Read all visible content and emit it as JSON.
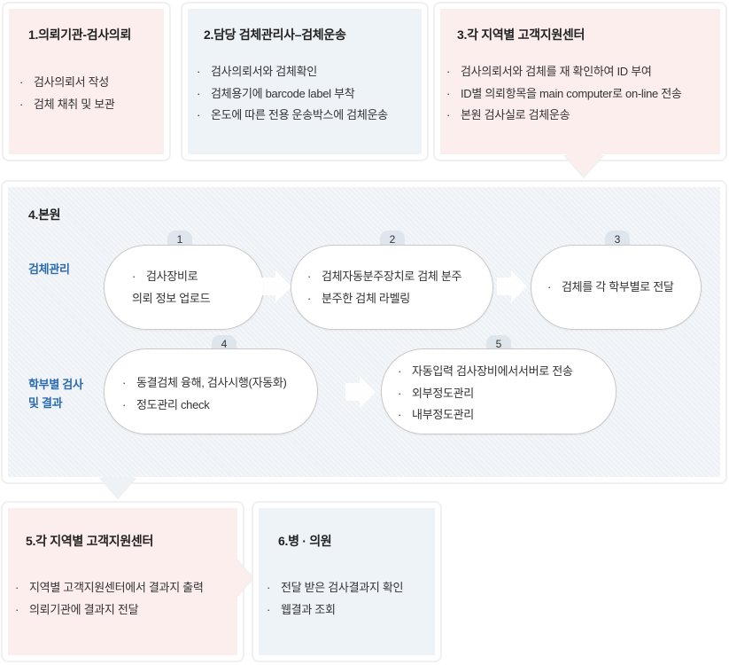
{
  "boxes": {
    "b1": {
      "title": "1.의뢰기관-검사의뢰",
      "items": [
        "검사의뢰서 작성",
        "검체 채취 및 보관"
      ]
    },
    "b2": {
      "title": "2.담당 검체관리사–검체운송",
      "items": [
        "검사의뢰서와 검체확인",
        "검체용기에 barcode label 부착",
        "온도에 따른 전용 운송박스에 검체운송"
      ]
    },
    "b3": {
      "title": "3.각 지역별 고객지원센터",
      "items": [
        "검사의뢰서와 검체를 재 확인하여 ID 부여",
        "ID별 의뢰항목을 main computer로 on-line 전송",
        "본원 검사실로 검체운송"
      ]
    },
    "b5": {
      "title": "5.각 지역별 고객지원센터",
      "items": [
        "지역별 고객지원센터에서 결과지 출력",
        "의뢰기관에 결과지 전달"
      ]
    },
    "b6": {
      "title": "6.병 · 의원",
      "items": [
        "전달 받은 검사결과지 확인",
        "웹결과 조회"
      ]
    }
  },
  "section4": {
    "title": "4.본원",
    "row1_label": "검체관리",
    "row2_label_1": "학부별 검사",
    "row2_label_2": "및 결과",
    "steps": {
      "s1": {
        "num": "1",
        "items": [
          "검사장비로",
          "의뢰 정보 업로드"
        ]
      },
      "s2": {
        "num": "2",
        "items": [
          "검체자동분주장치로 검체 분주",
          "분주한 검체 라벨링"
        ]
      },
      "s3": {
        "num": "3",
        "items": [
          "검체를 각 학부별로 전달"
        ]
      },
      "s4": {
        "num": "4",
        "items": [
          "동결검체 융해, 검사시행(자동화)",
          "정도관리 check"
        ]
      },
      "s5": {
        "num": "5",
        "items": [
          "자동입력 검사장비에서서버로 전송",
          "외부정도관리",
          "내부정도관리"
        ]
      }
    }
  },
  "bullet": "·",
  "colors": {
    "pink_fill": "#fdeeee",
    "blue_fill": "#eef3f8",
    "label_blue": "#2a6ab0"
  }
}
